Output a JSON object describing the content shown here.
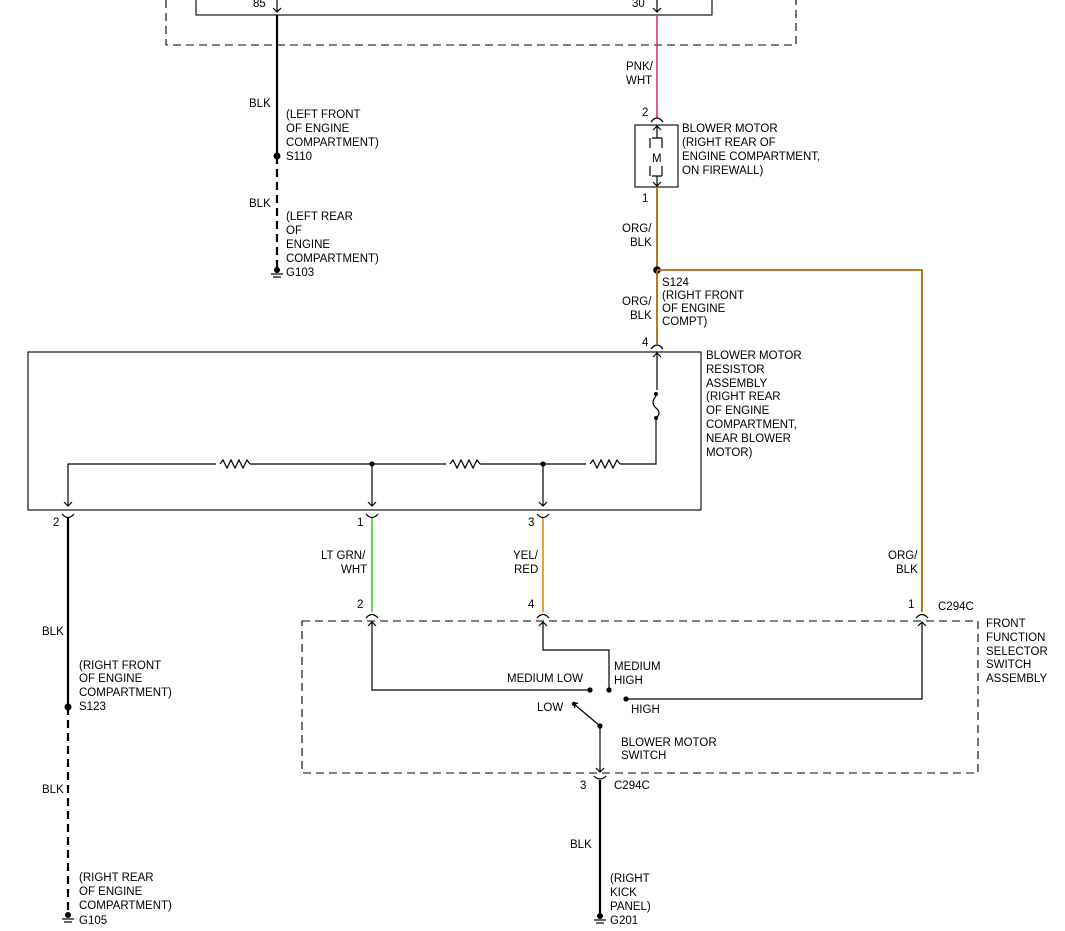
{
  "colors": {
    "pnk_wht": "#e0306a",
    "org_blk": "#b06a0a",
    "lt_grn_wht": "#55cc44",
    "yel_red": "#e0982a",
    "blk": "#000000"
  },
  "top": {
    "pin_85": "85",
    "pin_30": "30"
  },
  "left_ground_1": {
    "wire1": "BLK",
    "loc1": [
      "(LEFT FRONT",
      "OF ENGINE",
      "COMPARTMENT)"
    ],
    "splice": "S110",
    "wire2": "BLK",
    "loc2": [
      "(LEFT REAR",
      "OF",
      "ENGINE",
      "COMPARTMENT)"
    ],
    "ground": "G103"
  },
  "blower_motor": {
    "wire_in": [
      "PNK/",
      "WHT"
    ],
    "pin_in": "2",
    "symbol": "M",
    "label": [
      "BLOWER MOTOR",
      "(RIGHT REAR OF",
      "ENGINE COMPARTMENT,",
      "ON FIREWALL)"
    ],
    "pin_out": "1",
    "wire_out": [
      "ORG/",
      "BLK"
    ]
  },
  "splice_s124": {
    "label": [
      "S124",
      "(RIGHT FRONT",
      "OF ENGINE",
      "COMPT)"
    ],
    "wire_down": [
      "ORG/",
      "BLK"
    ]
  },
  "resistor": {
    "pin_top": "4",
    "label": [
      "BLOWER MOTOR",
      "RESISTOR",
      "ASSEMBLY",
      "(RIGHT REAR",
      "OF ENGINE",
      "COMPARTMENT,",
      "NEAR BLOWER",
      "MOTOR)"
    ],
    "pin_a": "2",
    "pin_b": "1",
    "pin_c": "3"
  },
  "wires_mid": {
    "a": [
      "LT GRN/",
      "WHT"
    ],
    "b": [
      "YEL/",
      "RED"
    ],
    "c": [
      "ORG/",
      "BLK"
    ]
  },
  "switch": {
    "pin_a": "2",
    "pin_b": "4",
    "pin_c": "1",
    "connector_top": "C294C",
    "label": [
      "FRONT",
      "FUNCTION",
      "SELECTOR",
      "SWITCH",
      "ASSEMBLY"
    ],
    "medium_low": "MEDIUM LOW",
    "medium_high": [
      "MEDIUM",
      "HIGH"
    ],
    "low": "LOW",
    "high": "HIGH",
    "switch_label": [
      "BLOWER MOTOR",
      "SWITCH"
    ],
    "pin_bottom": "3",
    "connector_bottom": "C294C"
  },
  "switch_ground": {
    "wire": "BLK",
    "loc": [
      "(RIGHT",
      "KICK",
      "PANEL)"
    ],
    "ground": "G201"
  },
  "left_ground_2": {
    "wire1": "BLK",
    "loc1": [
      "(RIGHT FRONT",
      "OF ENGINE",
      "COMPARTMENT)"
    ],
    "splice": "S123",
    "wire2": "BLK",
    "loc2": [
      "(RIGHT REAR",
      "OF ENGINE",
      "COMPARTMENT)"
    ],
    "ground": "G105"
  }
}
